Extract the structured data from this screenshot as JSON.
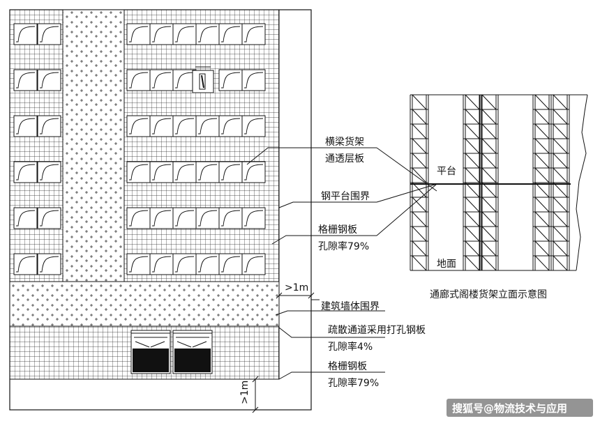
{
  "plan": {
    "labels": {
      "shelf_type": "横梁货架",
      "shelf_deck": "通透层板",
      "platform_boundary": "钢平台围界",
      "grating_top": "格栅钢板",
      "grating_top_rate": "孔隙率79%",
      "dim_right": ">1m",
      "wall_boundary": "建筑墙体围界",
      "evac_plate": "疏散通道采用打孔钢板",
      "evac_rate": "孔隙率4%",
      "grating_bottom": "格栅钢板",
      "grating_bottom_rate": "孔隙率79%",
      "dim_bottom": ">1m"
    }
  },
  "elevation": {
    "platform_label": "平台",
    "ground_label": "地面",
    "caption": "通廊式阁楼货架立面示意图"
  },
  "watermark": "搜狐号@物流技术与应用"
}
